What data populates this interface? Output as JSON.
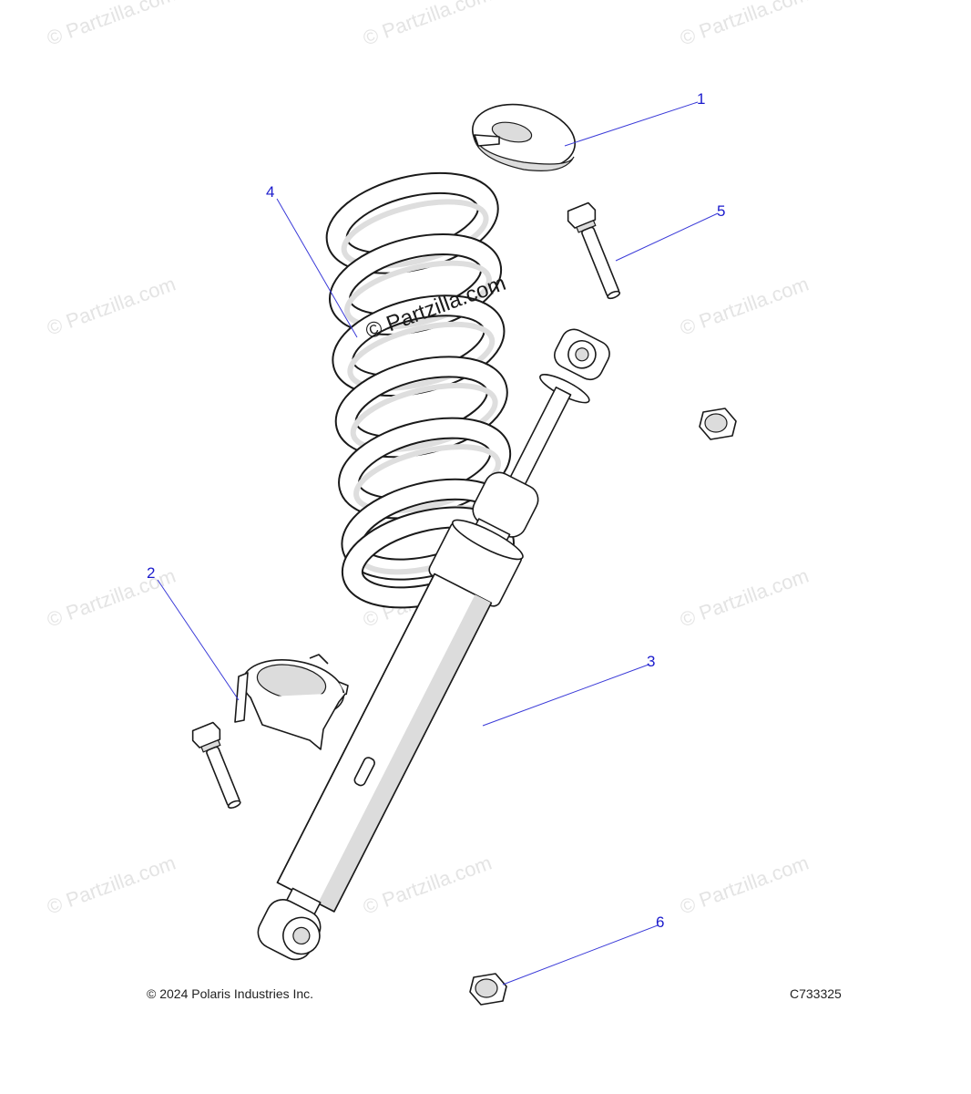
{
  "watermark": {
    "text": "© Partzilla.com"
  },
  "callouts": [
    {
      "id": "1",
      "label": "1"
    },
    {
      "id": "2",
      "label": "2"
    },
    {
      "id": "3",
      "label": "3"
    },
    {
      "id": "4",
      "label": "4"
    },
    {
      "id": "5",
      "label": "5"
    },
    {
      "id": "6",
      "label": "6"
    }
  ],
  "footer": {
    "copyright": "© 2024 Polaris Industries Inc.",
    "code": "C733325"
  },
  "colors": {
    "callout": "#1a1acc",
    "leader": "#3a3ad8",
    "outline": "#1a1a1a",
    "watermark": "#e4e4e4"
  }
}
